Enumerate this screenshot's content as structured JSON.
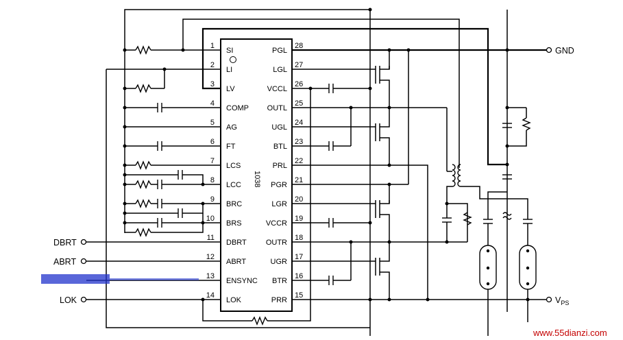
{
  "chip": {
    "name": "1038"
  },
  "left_pins": [
    {
      "num": "1",
      "label": "SI"
    },
    {
      "num": "2",
      "label": "LI"
    },
    {
      "num": "3",
      "label": "LV"
    },
    {
      "num": "4",
      "label": "COMP"
    },
    {
      "num": "5",
      "label": "AG"
    },
    {
      "num": "6",
      "label": "FT"
    },
    {
      "num": "7",
      "label": "LCS"
    },
    {
      "num": "8",
      "label": "LCC"
    },
    {
      "num": "9",
      "label": "BRC"
    },
    {
      "num": "10",
      "label": "BRS"
    },
    {
      "num": "11",
      "label": "DBRT"
    },
    {
      "num": "12",
      "label": "ABRT"
    },
    {
      "num": "13",
      "label": "ENSYNC"
    },
    {
      "num": "14",
      "label": "LOK"
    }
  ],
  "right_pins": [
    {
      "num": "28",
      "label": "PGL"
    },
    {
      "num": "27",
      "label": "LGL"
    },
    {
      "num": "26",
      "label": "VCCL"
    },
    {
      "num": "25",
      "label": "OUTL"
    },
    {
      "num": "24",
      "label": "UGL"
    },
    {
      "num": "23",
      "label": "BTL"
    },
    {
      "num": "22",
      "label": "PRL"
    },
    {
      "num": "21",
      "label": "PGR"
    },
    {
      "num": "20",
      "label": "LGR"
    },
    {
      "num": "19",
      "label": "VCCR"
    },
    {
      "num": "18",
      "label": "OUTR"
    },
    {
      "num": "17",
      "label": "UGR"
    },
    {
      "num": "16",
      "label": "BTR"
    },
    {
      "num": "15",
      "label": "PRR"
    }
  ],
  "external": {
    "gnd": "GND",
    "vps": "V",
    "vps_sub": "PS",
    "dbrt": "DBRT",
    "abrt": "ABRT",
    "lok": "LOK"
  },
  "watermark": "www.55dianzi.com",
  "colors": {
    "line": "#000000",
    "watermark": "#c40000",
    "smudge": "#2233cc"
  }
}
